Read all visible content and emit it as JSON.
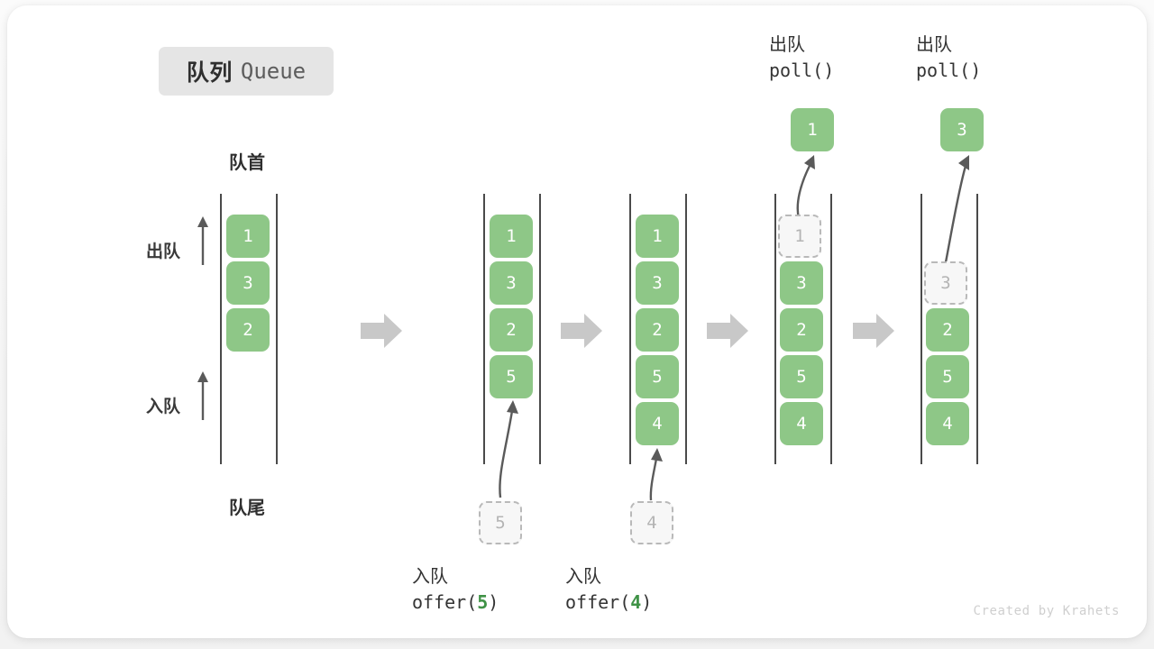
{
  "title": {
    "cn": "队列",
    "en": "Queue"
  },
  "labels": {
    "front": "队首",
    "rear": "队尾",
    "dequeue": "出队",
    "enqueue": "入队"
  },
  "colors": {
    "cell_fill": "#8ec787",
    "cell_text": "#ffffff",
    "ghost_fill": "#f7f7f7",
    "ghost_border": "#b9b9b9",
    "ghost_text": "#b4b4b4",
    "rail": "#4a4a4a",
    "arrow": "#5a5a5a",
    "step_arrow": "#c8c8c8",
    "badge_bg": "#e5e5e5",
    "code_num": "#3f9246",
    "card_bg": "#ffffff"
  },
  "columns": [
    {
      "id": "initial",
      "caption_cn": "",
      "caption_code": "",
      "top_cn": "",
      "top_code": "",
      "cells": [
        {
          "value": "1",
          "state": "filled"
        },
        {
          "value": "3",
          "state": "filled"
        },
        {
          "value": "2",
          "state": "filled"
        }
      ],
      "pending": null,
      "result": null
    },
    {
      "id": "offer-5",
      "caption_cn": "入队",
      "caption_code": "offer(",
      "caption_num": "5",
      "caption_code_end": ")",
      "cells": [
        {
          "value": "1",
          "state": "filled"
        },
        {
          "value": "3",
          "state": "filled"
        },
        {
          "value": "2",
          "state": "filled"
        },
        {
          "value": "5",
          "state": "filled"
        }
      ],
      "pending": {
        "value": "5",
        "state": "ghost"
      },
      "result": null
    },
    {
      "id": "offer-4",
      "caption_cn": "入队",
      "caption_code": "offer(",
      "caption_num": "4",
      "caption_code_end": ")",
      "cells": [
        {
          "value": "1",
          "state": "filled"
        },
        {
          "value": "3",
          "state": "filled"
        },
        {
          "value": "2",
          "state": "filled"
        },
        {
          "value": "5",
          "state": "filled"
        },
        {
          "value": "4",
          "state": "filled"
        }
      ],
      "pending": {
        "value": "4",
        "state": "ghost"
      },
      "result": null
    },
    {
      "id": "poll-1",
      "top_cn": "出队",
      "top_code": "poll()",
      "cells": [
        {
          "value": "1",
          "state": "ghost"
        },
        {
          "value": "3",
          "state": "filled"
        },
        {
          "value": "2",
          "state": "filled"
        },
        {
          "value": "5",
          "state": "filled"
        },
        {
          "value": "4",
          "state": "filled"
        }
      ],
      "pending": null,
      "result": {
        "value": "1",
        "state": "filled"
      }
    },
    {
      "id": "poll-3",
      "top_cn": "出队",
      "top_code": "poll()",
      "cells": [
        {
          "value": "3",
          "state": "ghost"
        },
        {
          "value": "2",
          "state": "filled"
        },
        {
          "value": "5",
          "state": "filled"
        },
        {
          "value": "4",
          "state": "filled"
        }
      ],
      "pending": null,
      "result": {
        "value": "3",
        "state": "filled"
      }
    }
  ],
  "watermark": "Created by Krahets"
}
